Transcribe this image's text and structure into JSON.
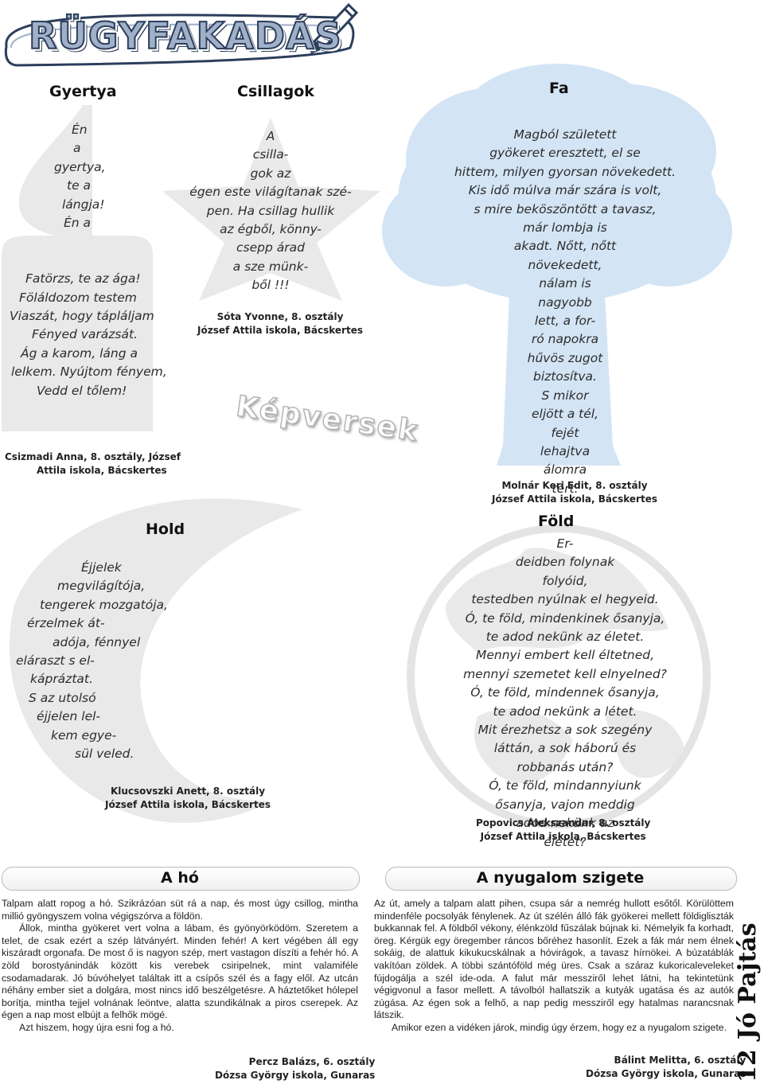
{
  "magazine": {
    "section_title": "RÜGYFAKADÁS",
    "name": "Jó Pajtás",
    "page_number": "12"
  },
  "banner": "Képversek",
  "poems": {
    "gyertya": {
      "title": "Gyertya",
      "lines": [
        "Én",
        "a",
        "gyertya,",
        "te a",
        "lángja!",
        "Én a",
        "",
        "",
        "Fatörzs, te az ága!",
        "Föláldozom testem",
        "Viaszát, hogy tápláljam",
        "Fényed varázsát.",
        "Ág a karom, láng a",
        "lelkem. Nyújtom fényem,",
        "Vedd el tőlem!"
      ],
      "author": [
        "Csizmadi Anna, 8. osztály, József",
        "Attila iskola, Bácskertes"
      ]
    },
    "csillagok": {
      "title": "Csillagok",
      "lines": [
        "A",
        "csilla-",
        "gok az",
        "égen este világítanak szé-",
        "pen. Ha csillag hullik",
        "az égből, könny-",
        "csepp árad",
        "a sze      münk-",
        "ből            !!!"
      ],
      "author": [
        "Sóta Yvonne, 8. osztály",
        "József Attila iskola, Bácskertes"
      ]
    },
    "fa": {
      "title": "Fa",
      "lines": [
        "Magból született",
        "gyökeret eresztett, el se",
        "hittem, milyen gyorsan növekedett.",
        "Kis idő múlva már szára is volt,",
        "s mire beköszöntött a tavasz,",
        "már lombja is",
        "akadt. Nőtt, nőtt",
        "növekedett,",
        "nálam is",
        "nagyobb",
        "lett, a for-",
        "ró napokra",
        "hűvös zugot",
        "biztosítva.",
        "S mikor",
        "eljött a tél,",
        "fejét",
        "lehajtva",
        "álomra",
        "tért."
      ],
      "author": [
        "Molnár Keri Edit, 8. osztály",
        "József Attila iskola, Bácskertes"
      ]
    },
    "hold": {
      "title": "Hold",
      "lines": [
        "Éjjelek",
        "megvilágítója,",
        "tengerek mozgatója,",
        "érzelmek át-",
        "adója, fénnyel",
        "eláraszt s el-",
        "kápráztat.",
        "S az utolsó",
        "éjjelen lel-",
        "kem egye-",
        "sül veled."
      ],
      "author": [
        "Klucsovszki Anett, 8. osztály",
        "József Attila iskola, Bácskertes"
      ]
    },
    "fold": {
      "title": "Föld",
      "lines": [
        "Er-",
        "deidben folynak",
        "folyóid,",
        "testedben nyúlnak el hegyeid.",
        "Ó, te föld, mindenkinek ősanyja,",
        "te adod nekünk az életet.",
        "Mennyi embert kell éltetned,",
        "mennyi szemetet kell elnyelned?",
        "Ó, te föld, mindennek ősanyja,",
        "te adod nekünk a létet.",
        "Mit érezhetsz a sok szegény",
        "láttán, a sok háború és",
        "robbanás után?",
        "Ó, te föld, mindannyiunk",
        "ősanyja, vajon meddig",
        "adod nekünk az",
        "életet?"
      ],
      "author": [
        "Popovics Alekszandar, 8. osztály",
        "József Attila iskola, Bácskertes"
      ]
    }
  },
  "prose": {
    "aho": {
      "title": "A hó",
      "paragraphs": [
        "Talpam alatt ropog a hó. Szikrázóan süt rá a nap, és most úgy csillog, mintha millió gyöngyszem volna végigszórva a földön.",
        "Állok, mintha gyökeret vert volna a lábam, és gyönyörködöm. Szeretem a telet, de csak ezért a szép látványért. Minden fehér! A kert végében áll egy kiszáradt orgonafa. De most ő is nagyon szép, mert vastagon díszíti a fehér hó. A zöld borostyánindák között kis verebek csiripelnek, mint valamiféle csodamadarak. Jó búvóhelyet találtak itt a csípős szél és a fagy elől. Az utcán néhány ember siet a dolgára, most nincs idő beszélgetésre. A háztetőket hólepel borítja, mintha tejjel volnának leöntve, alatta szundikálnak a piros cserepek. Az égen a nap most elbújt a felhők mögé.",
        "Azt hiszem, hogy újra esni fog a hó."
      ],
      "author": [
        "Percz Balázs, 6. osztály",
        "Dózsa György iskola, Gunaras"
      ]
    },
    "nyugalom": {
      "title": "A nyugalom szigete",
      "paragraphs": [
        "Az út, amely a talpam alatt pihen, csupa sár a nemrég hullott esőtől. Körülöttem mindenféle pocsolyák fénylenek. Az út szélén álló fák gyökerei mellett földigliszták bukkannak fel. A földből vékony, élénkzöld fűszálak bújnak ki. Némelyik fa korhadt, öreg. Kérgük egy öregember ráncos bőréhez hasonlít. Ezek a fák már nem élnek sokáig, de alattuk kikukucskálnak a hóvirágok, a tavasz hírnökei. A búzatáblák vakítóan zöldek. A többi szántóföld még üres. Csak a száraz kukoricaleveleket fújdogálja a szél ide-oda. A falut már messziről lehet látni, ha tekintetünk végigvonul a fasor mellett. A távolból hallatszik a kutyák ugatása és az autók zúgása. Az égen sok a felhő, a nap pedig messziről egy hatalmas narancsnak látszik.",
        "Amikor ezen a vidéken járok, mindig úgy érzem, hogy ez a nyugalom szigete."
      ],
      "author": [
        "Bálint Melitta, 6. osztály",
        "Dózsa György iskola, Gunaras"
      ]
    }
  },
  "colors": {
    "shape_gray": "#e9e9e9",
    "tree_blue": "#d3e4f5",
    "logo_fill": "#9fb0c8",
    "logo_outline": "#2c3e5c"
  },
  "icons": {
    "logo_pencil": "pencil-icon"
  }
}
